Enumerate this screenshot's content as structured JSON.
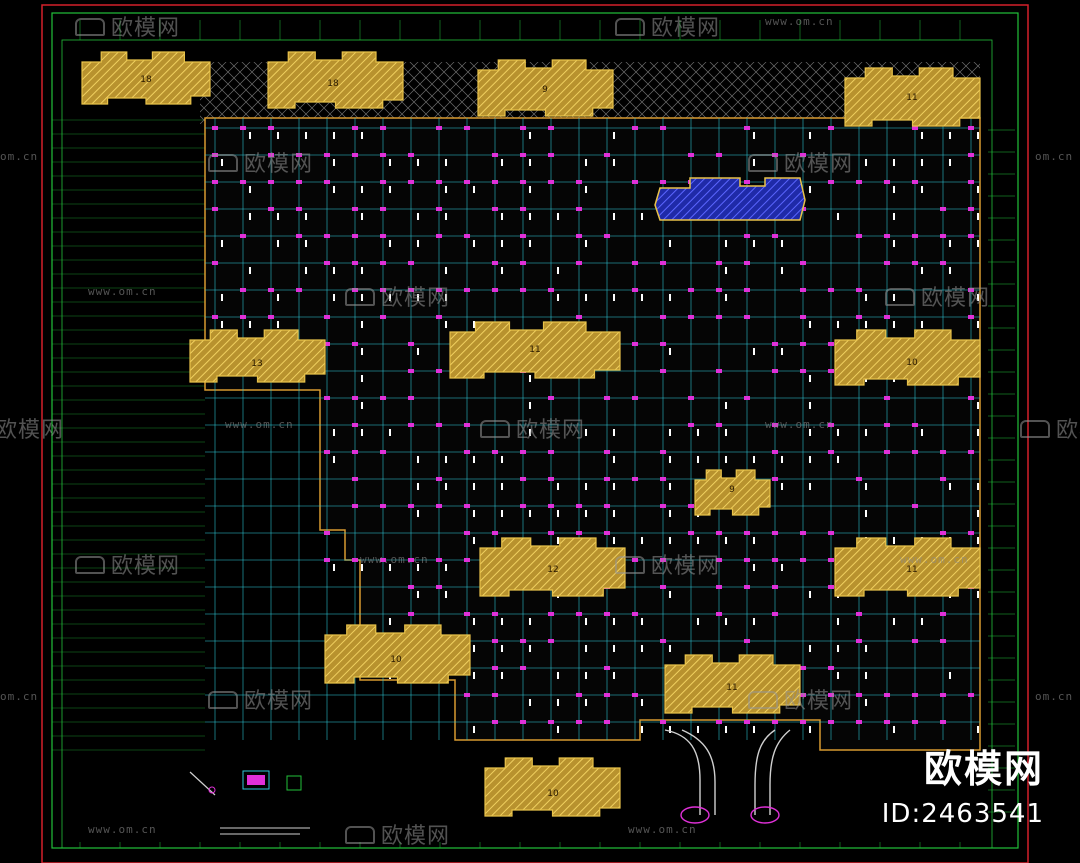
{
  "drawing": {
    "colors": {
      "background": "#000000",
      "border_red": "#d4202a",
      "frame_green": "#22c03a",
      "building_yellow": "#e8c24a",
      "building_fill": "#b8922e",
      "grid_cyan": "#2ec8d8",
      "column_magenta": "#e030d8",
      "highlight_blue": "#2830c8",
      "outline_orange": "#d89a30",
      "hatch_gray": "#8a8a8a"
    },
    "building_labels": [
      "18",
      "18",
      "9",
      "11",
      "13",
      "11",
      "10",
      "9",
      "12",
      "11",
      "10",
      "11",
      "10"
    ]
  },
  "watermark": {
    "brand_text": "欧模网",
    "url_text": "www.om.cn",
    "url_short": "om.cn"
  },
  "branding": {
    "name": "欧模网",
    "id": "ID:2463541"
  }
}
